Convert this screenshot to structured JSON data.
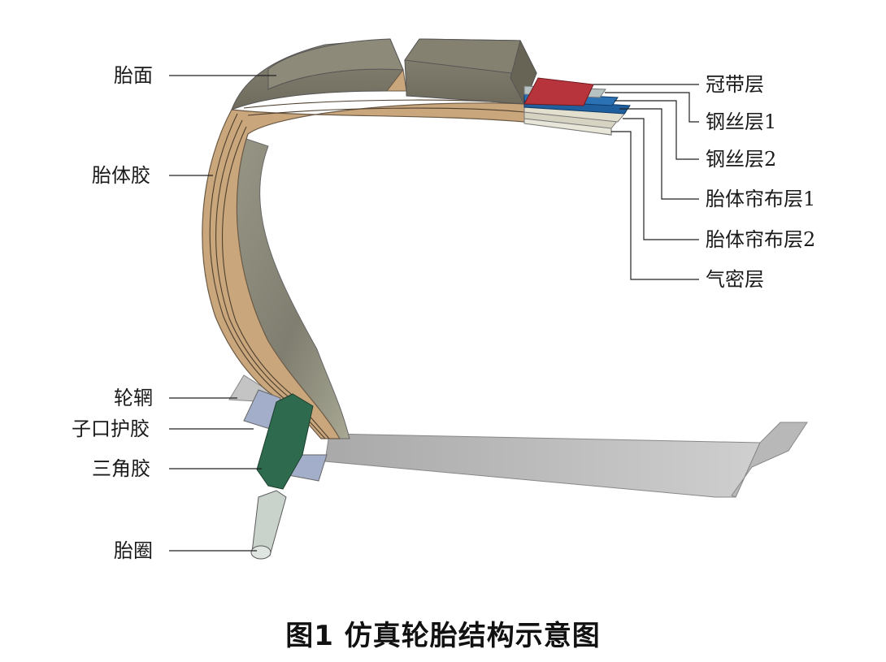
{
  "labels_left": [
    "胎面",
    "胎体胶",
    "轮辋",
    "子口护胶",
    "三角胶",
    "胎圈"
  ],
  "labels_right": [
    "冠带层",
    "钢丝层1",
    "钢丝层2",
    "胎体帘布层1",
    "胎体帘布层2",
    "气密层"
  ],
  "caption": "图1   仿真轮胎结构示意图",
  "colors": {
    "tread": "#7d7a6a",
    "carcass_rubber": "#c9a67c",
    "inner_wall": "#8c8b7a",
    "rim": "#bdbdbd",
    "chafer": "#a3aecb",
    "apex": "#2e6b4e",
    "bead": "#c9d3cc",
    "cap_ply": "#b8343c",
    "steel_belt": "#1f5f9e"
  }
}
